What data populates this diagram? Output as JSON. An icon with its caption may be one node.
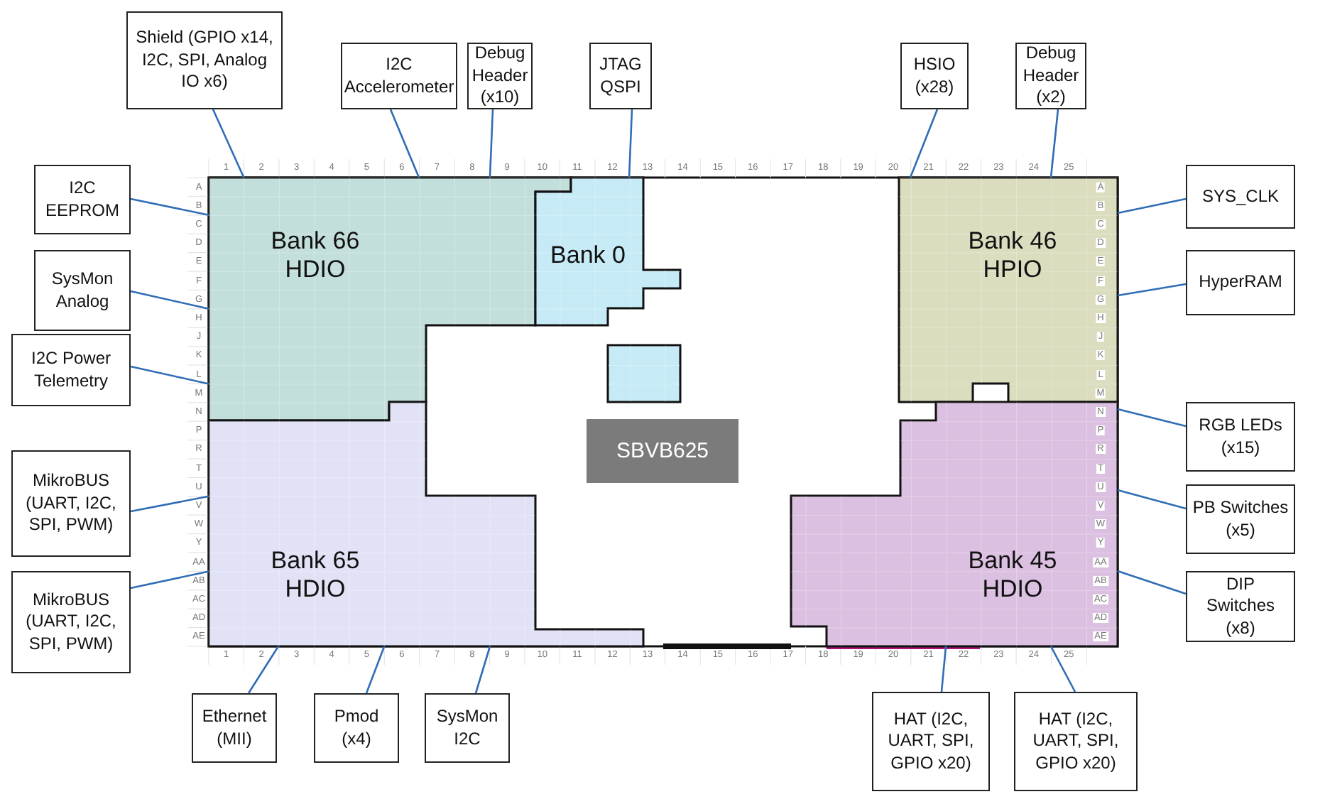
{
  "diagram": {
    "nodes": [
      {
        "text": [
          "Shield (GPIO x14, I2C, SPI, Analog IO x6)"
        ]
      },
      {
        "text": [
          "I2C Accelerometer"
        ]
      },
      {
        "text": [
          "Debug Header (x10)"
        ]
      },
      {
        "text": [
          "JTAG QSPI"
        ]
      },
      {
        "text": [
          "HSIO (x28)"
        ]
      },
      {
        "text": [
          "Debug Header (x2)"
        ]
      },
      {
        "text": [
          "I2C EEPROM"
        ]
      },
      {
        "text": [
          "SysMon Analog"
        ]
      },
      {
        "text": [
          "I2C Power Telemetry"
        ]
      },
      {
        "text": [
          "MikroBUS (UART, I2C, SPI, PWM)"
        ]
      },
      {
        "text": [
          "MikroBUS (UART, I2C, SPI, PWM)"
        ]
      },
      {
        "text": [
          "SYS_CLK"
        ]
      },
      {
        "text": [
          "HyperRAM"
        ]
      },
      {
        "text": [
          "RGB LEDs (x15)"
        ]
      },
      {
        "text": [
          "PB Switches (x5)"
        ]
      },
      {
        "text": [
          "DIP Switches (x8)"
        ]
      },
      {
        "text": [
          "Ethernet (MII)"
        ]
      },
      {
        "text": [
          "Pmod (x4)"
        ]
      },
      {
        "text": [
          "SysMon I2C"
        ]
      },
      {
        "text": [
          "HAT (I2C, UART, SPI, GPIO x20)"
        ]
      },
      {
        "text": [
          "HAT (I2C, UART, SPI, GPIO x20)"
        ]
      },
      {
        "text": [
          "Bank 66 HDIO"
        ]
      },
      {
        "text": [
          "Bank 0"
        ]
      },
      {
        "text": [
          "Bank 46 HPIO"
        ]
      },
      {
        "text": [
          "Bank 65 HDIO"
        ]
      },
      {
        "text": [
          "Bank 45 HDIO"
        ]
      },
      {
        "text": [
          "SBVB625"
        ]
      }
    ],
    "edges": [
      {
        "from": 0,
        "to": 21,
        "arrow": "none"
      },
      {
        "from": 1,
        "to": 21,
        "arrow": "none"
      },
      {
        "from": 2,
        "to": 21,
        "arrow": "none"
      },
      {
        "from": 3,
        "to": 22,
        "arrow": "none"
      },
      {
        "from": 4,
        "to": 23,
        "arrow": "none"
      },
      {
        "from": 5,
        "to": 23,
        "arrow": "none"
      },
      {
        "from": 6,
        "to": 21,
        "arrow": "none"
      },
      {
        "from": 7,
        "to": 21,
        "arrow": "none"
      },
      {
        "from": 8,
        "to": 21,
        "arrow": "none"
      },
      {
        "from": 9,
        "to": 24,
        "arrow": "none"
      },
      {
        "from": 10,
        "to": 24,
        "arrow": "none"
      },
      {
        "from": 11,
        "to": 23,
        "arrow": "none"
      },
      {
        "from": 12,
        "to": 23,
        "arrow": "none"
      },
      {
        "from": 13,
        "to": 25,
        "arrow": "none"
      },
      {
        "from": 14,
        "to": 25,
        "arrow": "none"
      },
      {
        "from": 15,
        "to": 25,
        "arrow": "none"
      },
      {
        "from": 16,
        "to": 24,
        "arrow": "none"
      },
      {
        "from": 17,
        "to": 24,
        "arrow": "none"
      },
      {
        "from": 18,
        "to": 24,
        "arrow": "none"
      },
      {
        "from": 19,
        "to": 25,
        "arrow": "none"
      },
      {
        "from": 20,
        "to": 25,
        "arrow": "none"
      }
    ],
    "labels": [
      "1",
      "2",
      "3",
      "4",
      "5",
      "6",
      "7",
      "8",
      "9",
      "10",
      "11",
      "12",
      "13",
      "14",
      "15",
      "16",
      "17",
      "18",
      "19",
      "20",
      "21",
      "22",
      "23",
      "24",
      "25",
      "A",
      "B",
      "C",
      "D",
      "E",
      "F",
      "G",
      "H",
      "J",
      "K",
      "L",
      "M",
      "N",
      "P",
      "R",
      "T",
      "U",
      "V",
      "W",
      "Y",
      "AA",
      "AB",
      "AC",
      "AD",
      "AE",
      "A",
      "B",
      "C",
      "D",
      "E",
      "F",
      "G",
      "H",
      "J",
      "K",
      "L",
      "M",
      "N",
      "P",
      "R",
      "T",
      "U",
      "V",
      "W",
      "Y",
      "AA",
      "AB",
      "AC",
      "AD",
      "AE",
      "1",
      "2",
      "3",
      "4",
      "5",
      "6",
      "7",
      "8",
      "9",
      "10",
      "11",
      "12",
      "13",
      "14",
      "15",
      "16",
      "17",
      "18",
      "19",
      "20",
      "21",
      "22",
      "23",
      "24",
      "25"
    ]
  }
}
